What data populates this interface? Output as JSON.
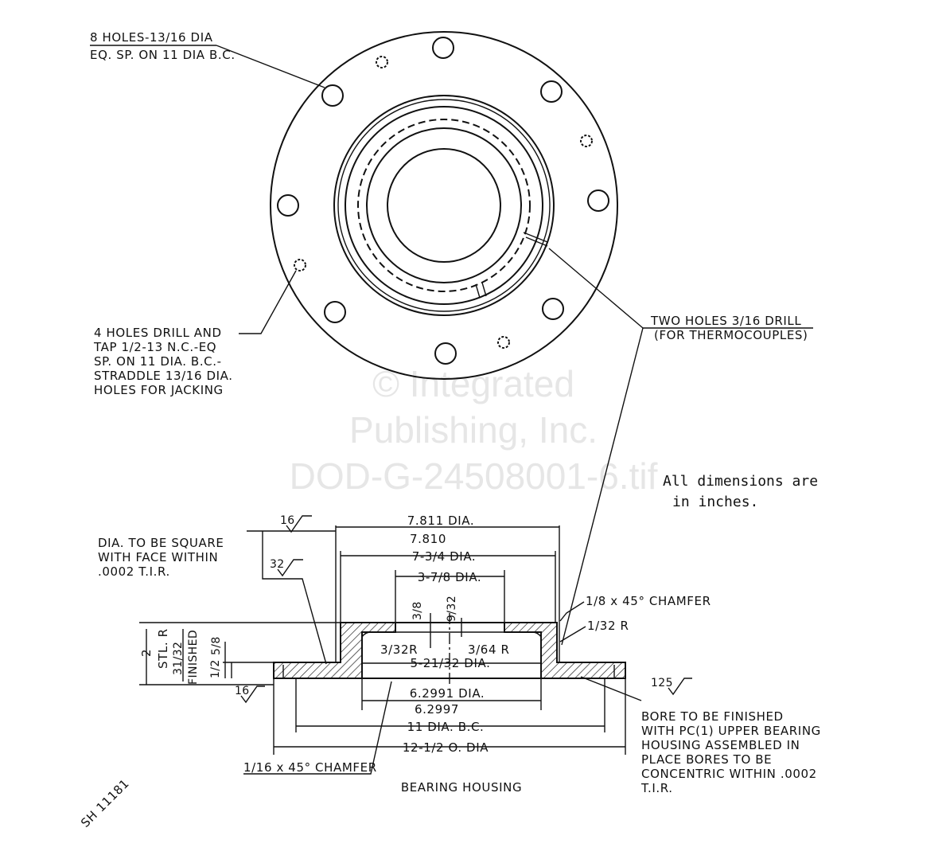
{
  "notes": {
    "holes_line1": "8 HOLES-13/16 DIA",
    "holes_line2": "EQ. SP. ON 11 DIA B.C.",
    "tap_line1": "4 HOLES DRILL AND",
    "tap_line2": "TAP 1/2-13 N.C.-EQ",
    "tap_line3": "SP. ON 11 DIA. B.C.-",
    "tap_line4": "STRADDLE 13/16 DIA.",
    "tap_line5": "HOLES FOR JACKING",
    "thermo_line1": "TWO HOLES 3/16 DRILL",
    "thermo_line2": "(FOR THERMOCOUPLES)",
    "units_line1": "All dimensions are",
    "units_line2": "in inches.",
    "square_line1": "DIA. TO BE SQUARE",
    "square_line2": "WITH FACE WITHIN",
    "square_line3": ".0002 T.I.R.",
    "bore_line1": "BORE TO BE FINISHED",
    "bore_line2": "WITH PC(1) UPPER BEARING",
    "bore_line3": "HOUSING ASSEMBLED IN",
    "bore_line4": "PLACE  BORES TO BE",
    "bore_line5": "CONCENTRIC WITHIN .0002",
    "bore_line6": "T.I.R."
  },
  "dimensions": {
    "dia_7811": "7.811 DIA.",
    "dia_7810": "7.810",
    "dia_734": "7-3/4 DIA.",
    "dia_378": "3-7/8 DIA.",
    "d_38": "3/8",
    "d_932": "9/32",
    "chamfer_18": "1/8 x 45° CHAMFER",
    "r_132": "1/32 R",
    "r_332": "3/32R",
    "r_364": "3/64 R",
    "dia_52132": "5-21/32 DIA.",
    "dia_62991": "6.2991 DIA.",
    "dia_62997": "6.2997",
    "dia_11bc": "11 DIA. B.C.",
    "dia_1212": "12-1/2 O. DIA",
    "chamfer_116": "1/16 x 45° CHAMFER",
    "d_2": "2",
    "d_stl": "STL. R",
    "d_3132": "31/32",
    "d_finished": "FINISHED",
    "d_58": "5/8",
    "d_12": "1/2",
    "finish_16a": "16",
    "finish_32": "32",
    "finish_16b": "16",
    "finish_125": "125"
  },
  "title": "BEARING HOUSING",
  "sheet_id": "SH 11181",
  "watermark": {
    "line1": "© Integrated",
    "line2": "Publishing, Inc.",
    "line3": "DOD-G-24508001-6.tif"
  }
}
